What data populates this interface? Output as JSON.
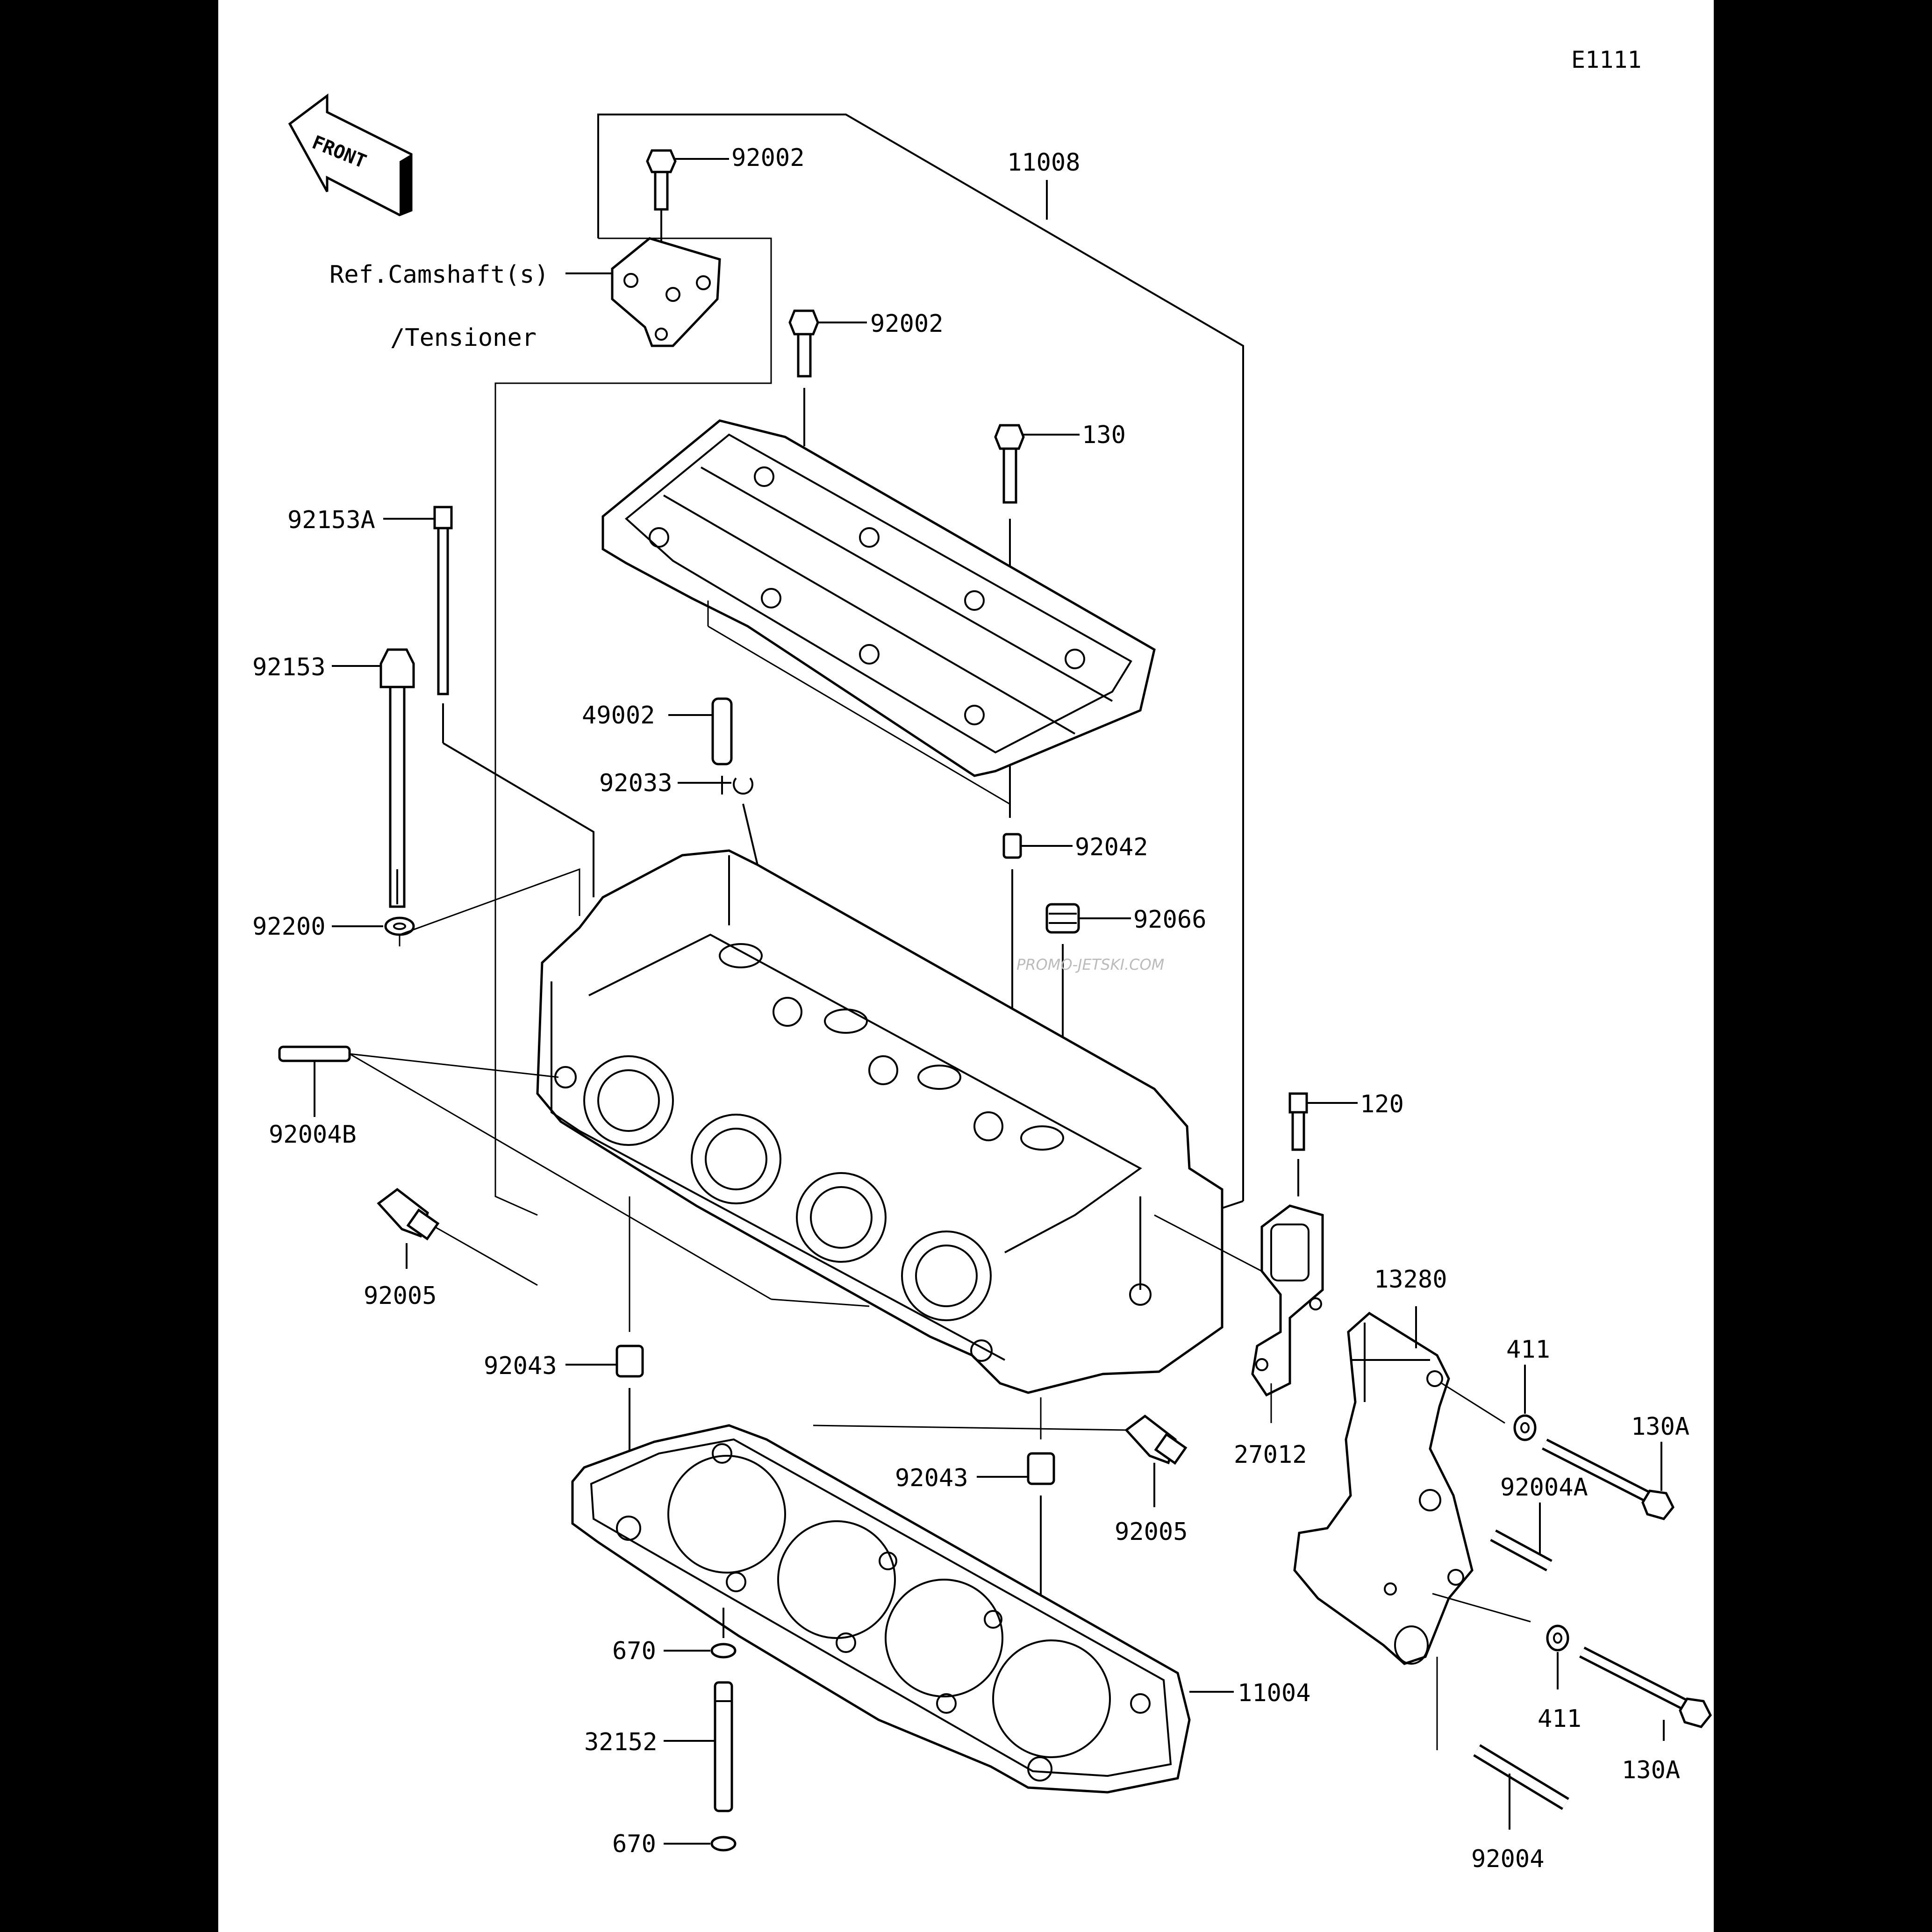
{
  "diagram_code": "E1111",
  "front_label": "FRONT",
  "watermark": "PROMO-JETSKI.COM",
  "reference_note": {
    "line1": "Ref.Camshaft(s)",
    "line2": "/Tensioner"
  },
  "callouts": {
    "p92002a": "92002",
    "p11008": "11008",
    "p92002b": "92002",
    "p130": "130",
    "p92153A": "92153A",
    "p92153": "92153",
    "p49002": "49002",
    "p92033": "92033",
    "p92042": "92042",
    "p92066": "92066",
    "p92200": "92200",
    "p92004B": "92004B",
    "p120": "120",
    "p92005a": "92005",
    "p13280": "13280",
    "p411a": "411",
    "p130Aa": "130A",
    "p92043a": "92043",
    "p27012": "27012",
    "p92004A": "92004A",
    "p92043b": "92043",
    "p92005b": "92005",
    "p670a": "670",
    "p11004": "11004",
    "p411b": "411",
    "p130Ab": "130A",
    "p32152": "32152",
    "p670b": "670",
    "p92004": "92004"
  }
}
